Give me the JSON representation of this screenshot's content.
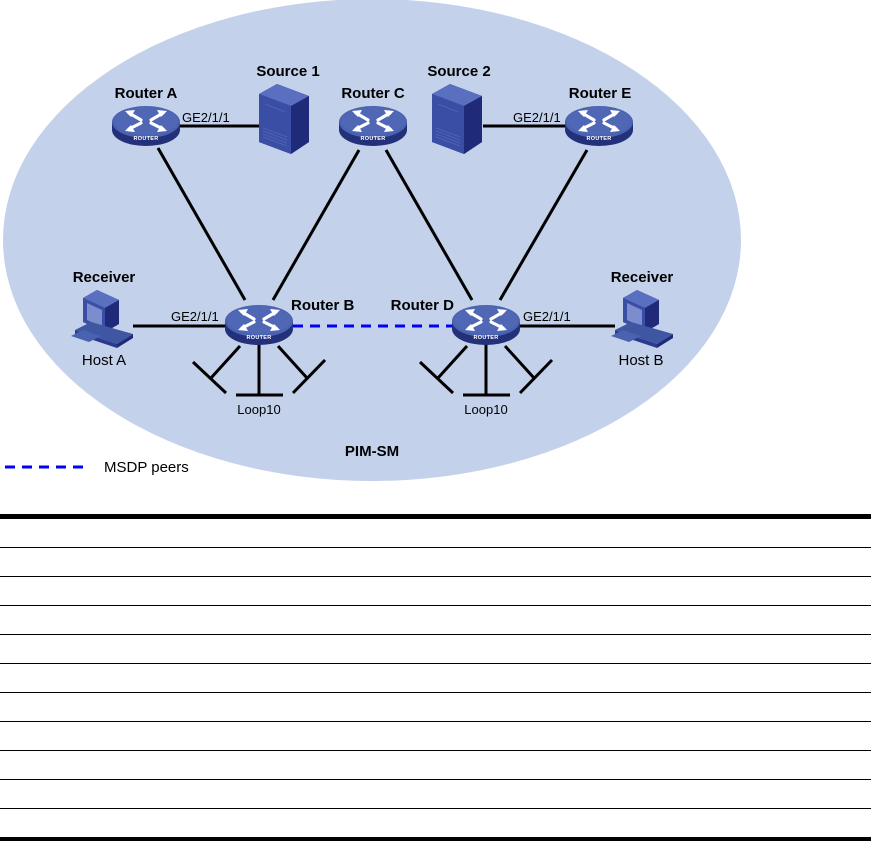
{
  "diagram": {
    "domain_label": "PIM-SM",
    "colors": {
      "domain_fill": "#c3d1ea",
      "device_blue": "#3f56a3",
      "device_dark": "#23307a",
      "msdp_line": "#0000ff",
      "link_line": "#000000"
    },
    "routers": [
      {
        "id": "A",
        "name": "Router A",
        "badge": "ROUTER"
      },
      {
        "id": "B",
        "name": "Router B",
        "badge": "ROUTER"
      },
      {
        "id": "C",
        "name": "Router C",
        "badge": "ROUTER"
      },
      {
        "id": "D",
        "name": "Router D",
        "badge": "ROUTER"
      },
      {
        "id": "E",
        "name": "Router E",
        "badge": "ROUTER"
      }
    ],
    "sources": [
      {
        "name": "Source 1"
      },
      {
        "name": "Source 2"
      }
    ],
    "hosts": [
      {
        "role": "Receiver",
        "name": "Host A"
      },
      {
        "role": "Receiver",
        "name": "Host B"
      }
    ],
    "interfaces": {
      "router_a_to_source1": "GE2/1/1",
      "router_e_to_source2": "GE2/1/1",
      "router_b_to_host_a": "GE2/1/1",
      "router_d_to_host_b": "GE2/1/1"
    },
    "loopbacks": {
      "router_b": "Loop10",
      "router_d": "Loop10"
    },
    "links": [
      [
        "Router A",
        "Source 1"
      ],
      [
        "Router E",
        "Source 2"
      ],
      [
        "Router A",
        "Router B"
      ],
      [
        "Router C",
        "Router B"
      ],
      [
        "Router C",
        "Router D"
      ],
      [
        "Router E",
        "Router D"
      ],
      [
        "Router B",
        "Host A"
      ],
      [
        "Router D",
        "Host B"
      ]
    ],
    "msdp_peering": [
      "Router B",
      "Router D"
    ],
    "legend": {
      "msdp_label": "MSDP peers"
    }
  },
  "table": {
    "rows": [
      [
        "",
        "",
        ""
      ],
      [
        "",
        "",
        ""
      ],
      [
        "",
        "",
        ""
      ],
      [
        "",
        "",
        ""
      ],
      [
        "",
        "",
        ""
      ],
      [
        "",
        "",
        ""
      ],
      [
        "",
        "",
        ""
      ],
      [
        "",
        "",
        ""
      ],
      [
        "",
        "",
        ""
      ],
      [
        "",
        "",
        ""
      ],
      [
        "",
        "",
        ""
      ]
    ]
  }
}
